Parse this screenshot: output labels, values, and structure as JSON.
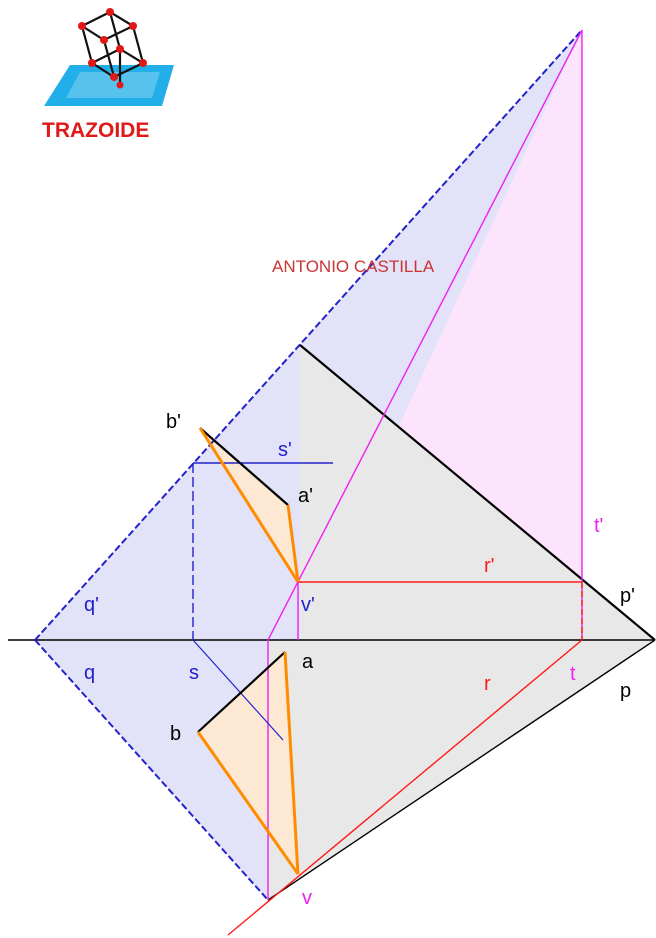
{
  "author": "ANTONIO CASTILLA",
  "logo": {
    "text": "TRAZOIDE",
    "icon": "cube-on-plane-icon"
  },
  "labels": {
    "a_prime": "a'",
    "b_prime": "b'",
    "s_prime": "s'",
    "t_prime": "t'",
    "r_prime": "r'",
    "p_prime": "p'",
    "v_prime": "v'",
    "q_prime": "q'",
    "q": "q",
    "s": "s",
    "a": "a",
    "b": "b",
    "r": "r",
    "t": "t",
    "p": "p",
    "v": "v"
  },
  "colors": {
    "plane_q": "#2222cc",
    "plane_q_fill": "#e2e2f8",
    "plane_p": "#000000",
    "plane_p_fill": "#e8e8e8",
    "plane_t": "#ee22ee",
    "plane_t_fill": "#fce4fc",
    "line_r": "#ff1a1a",
    "segment_ab": "#ff8c00",
    "triangle_fill": "#fde8d4",
    "ground_line": "#000000"
  }
}
